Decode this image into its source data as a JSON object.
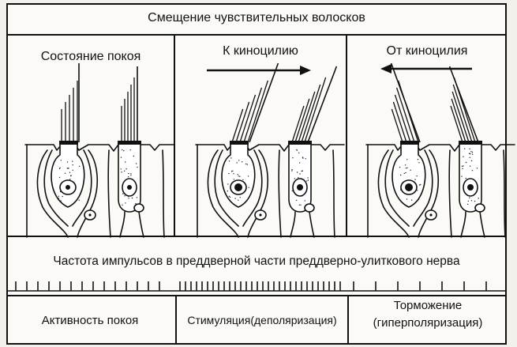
{
  "title": "Смещение чувствительных волосков",
  "panels": [
    {
      "label": "Состояние покоя",
      "arrow": "none"
    },
    {
      "label": "К киноцилию",
      "arrow": "right"
    },
    {
      "label": "От киноцилия",
      "arrow": "left"
    }
  ],
  "frequency_label": "Частота импульсов в преддверной части преддверно-улиткового нерва",
  "impulse_trains": [
    {
      "state": "rest",
      "relative_rate": "medium"
    },
    {
      "state": "stimulation",
      "relative_rate": "high"
    },
    {
      "state": "inhibition",
      "relative_rate": "low"
    }
  ],
  "states": {
    "rest": "Активность покоя",
    "stimulation": "Стимуляция(деполяризация)",
    "inhibition_line1": "Торможение",
    "inhibition_line2": "(гиперполяризация)"
  }
}
